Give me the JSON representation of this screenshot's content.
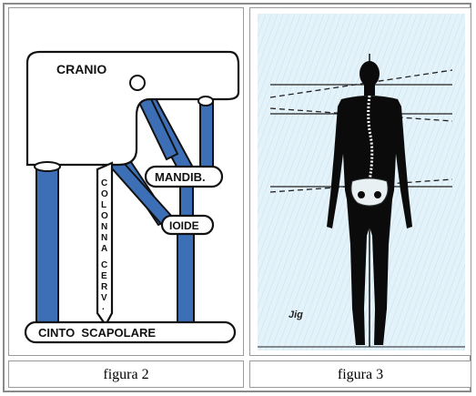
{
  "figure2": {
    "labels": {
      "cranio": "CRANIO",
      "mandib": "MANDIB.",
      "ioide": "IOIDE",
      "colonna": [
        "C",
        "O",
        "L",
        "O",
        "N",
        "N",
        "A"
      ],
      "cerv": [
        "C",
        "E",
        "R",
        "V",
        "."
      ],
      "cinto": "CINTO  SCAPOLARE"
    },
    "caption": "figura 2"
  },
  "figure3": {
    "signature": "Jig",
    "caption": "figura 3"
  },
  "colors": {
    "strut_blue": "#3d6fb6",
    "outline": "#111111",
    "bg_light_blue": "#d8ecf6",
    "silhouette": "#0b0b0b"
  }
}
